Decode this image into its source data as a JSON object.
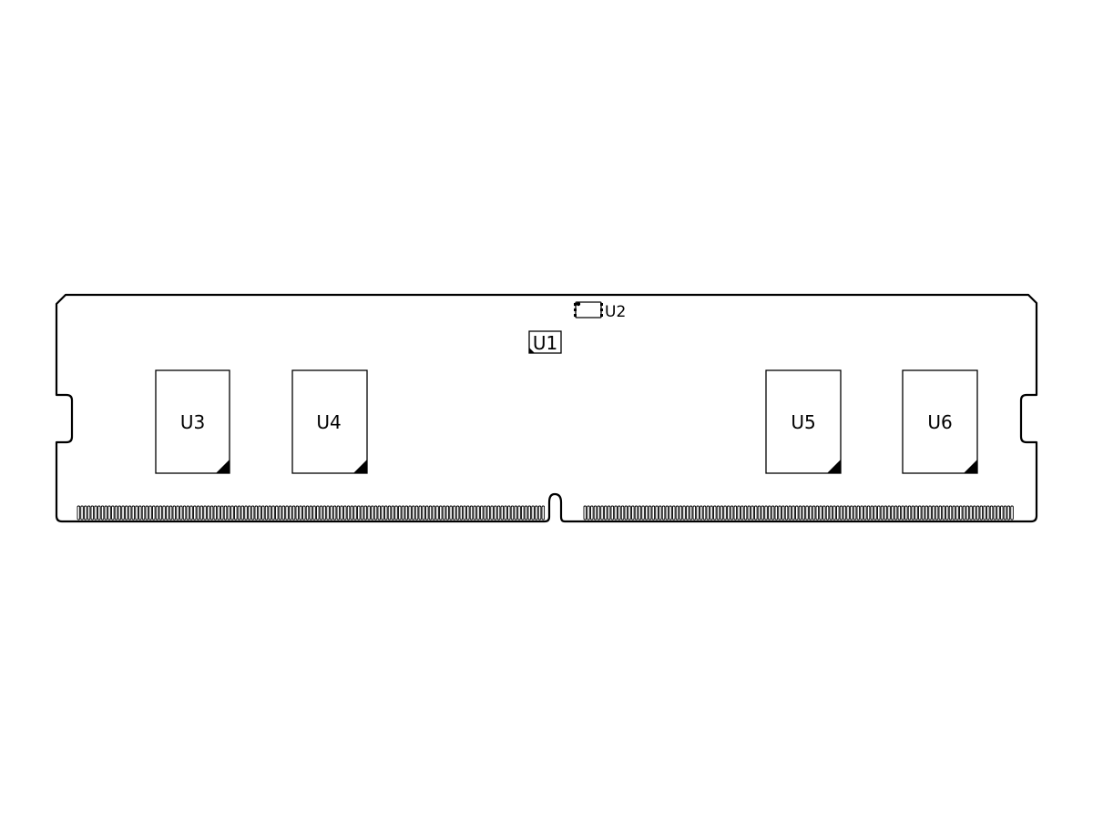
{
  "module": {
    "chips": [
      {
        "id": "u3",
        "label": "U3"
      },
      {
        "id": "u4",
        "label": "U4"
      },
      {
        "id": "u5",
        "label": "U5"
      },
      {
        "id": "u6",
        "label": "U6"
      }
    ],
    "u1_label": "U1",
    "u2_label": "U2"
  },
  "colors": {
    "stroke": "#000000",
    "background": "#ffffff"
  }
}
